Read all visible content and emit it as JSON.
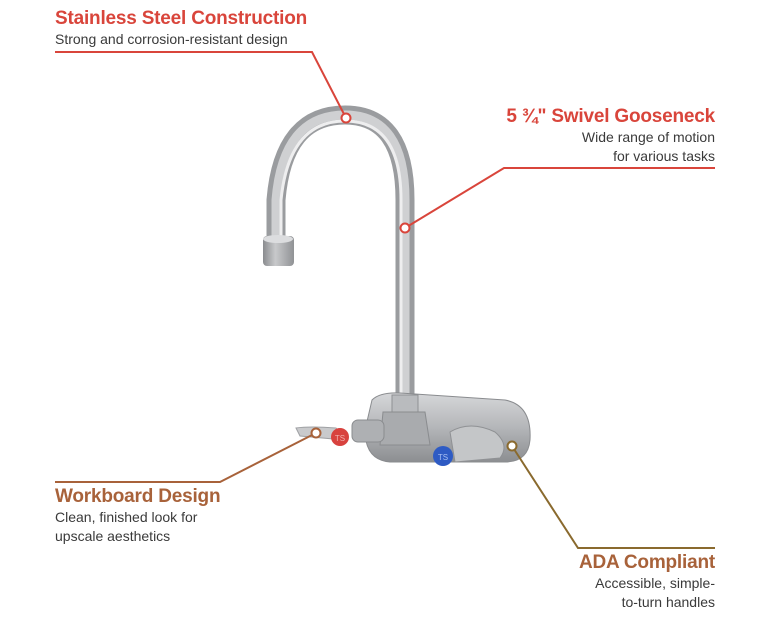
{
  "callouts": {
    "stainless": {
      "title": "Stainless Steel Construction",
      "description": "Strong and corrosion-resistant design",
      "color": "#d9453b"
    },
    "gooseneck": {
      "title": "5 ¾\" Swivel Gooseneck",
      "description_line1": "Wide range of motion",
      "description_line2": "for various tasks",
      "color": "#d9453b"
    },
    "workboard": {
      "title": "Workboard Design",
      "description_line1": "Clean, finished look for",
      "description_line2": "upscale aesthetics",
      "color": "#a8623a"
    },
    "ada": {
      "title": "ADA Compliant",
      "description_line1": "Accessible, simple-",
      "description_line2": "to-turn handles",
      "color": "#8a6a2e"
    }
  },
  "product": {
    "name": "wall-mount faucet with swivel gooseneck",
    "hot_handle_color": "#d8423e",
    "cold_handle_color": "#2e5bc4",
    "handle_logo": "TS"
  }
}
